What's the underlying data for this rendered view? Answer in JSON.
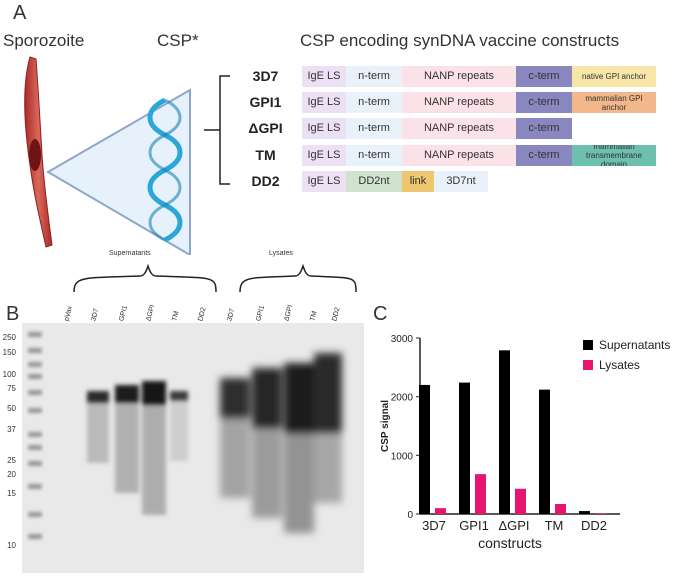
{
  "panelA": {
    "letter": "A",
    "sporozoite_label": "Sporozoite",
    "csp_label": "CSP*",
    "title": "CSP encoding synDNA vaccine constructs",
    "constructs": [
      {
        "name": "3D7",
        "segments": [
          {
            "text": "IgE LS",
            "color": "#ece0f5",
            "w": 44
          },
          {
            "text": "n-term",
            "color": "#e9f2fb",
            "w": 56
          },
          {
            "text": "NANP repeats",
            "color": "#fbe1e8",
            "w": 114
          },
          {
            "text": "c-term",
            "color": "#8a86bf",
            "w": 56
          },
          {
            "text": "native GPI anchor",
            "color": "#f7e6a8",
            "w": 84,
            "small": true
          }
        ]
      },
      {
        "name": "GPI1",
        "segments": [
          {
            "text": "IgE LS",
            "color": "#ece0f5",
            "w": 44
          },
          {
            "text": "n-term",
            "color": "#e9f2fb",
            "w": 56
          },
          {
            "text": "NANP repeats",
            "color": "#fbe1e8",
            "w": 114
          },
          {
            "text": "c-term",
            "color": "#8a86bf",
            "w": 56
          },
          {
            "text": "mammalian GPI anchor",
            "color": "#f2b88c",
            "w": 84,
            "small": true
          }
        ]
      },
      {
        "name": "ΔGPI",
        "segments": [
          {
            "text": "IgE LS",
            "color": "#ece0f5",
            "w": 44
          },
          {
            "text": "n-term",
            "color": "#e9f2fb",
            "w": 56
          },
          {
            "text": "NANP repeats",
            "color": "#fbe1e8",
            "w": 114
          },
          {
            "text": "c-term",
            "color": "#8a86bf",
            "w": 56
          }
        ]
      },
      {
        "name": "TM",
        "segments": [
          {
            "text": "IgE LS",
            "color": "#ece0f5",
            "w": 44
          },
          {
            "text": "n-term",
            "color": "#e9f2fb",
            "w": 56
          },
          {
            "text": "NANP repeats",
            "color": "#fbe1e8",
            "w": 114
          },
          {
            "text": "c-term",
            "color": "#8a86bf",
            "w": 56
          },
          {
            "text": "mammalian transmembrane domain",
            "color": "#6dbfaf",
            "w": 84,
            "small": true
          }
        ]
      },
      {
        "name": "DD2",
        "segments": [
          {
            "text": "IgE LS",
            "color": "#ece0f5",
            "w": 44
          },
          {
            "text": "DD2nt",
            "color": "#cfe3cf",
            "w": 56
          },
          {
            "text": "link",
            "color": "#efc670",
            "w": 32
          },
          {
            "text": "3D7nt",
            "color": "#e9f2fb",
            "w": 54
          }
        ]
      }
    ]
  },
  "panelB": {
    "letter": "B",
    "group_supernatants": "Supernatants",
    "group_lysates": "Lysates",
    "lanes": [
      "pVax",
      "3D7",
      "GPI1",
      "ΔGPI",
      "TM",
      "DD2",
      "3D7",
      "GPI1",
      "ΔGPI",
      "TM",
      "DD2"
    ],
    "mw_markers": [
      "250",
      "150",
      "100",
      "75",
      "50",
      "37",
      "25",
      "20",
      "15",
      "10"
    ]
  },
  "panelC": {
    "letter": "C",
    "chart_data": {
      "type": "bar",
      "categories": [
        "3D7",
        "GPI1",
        "ΔGPI",
        "TM",
        "DD2"
      ],
      "series": [
        {
          "name": "Supernatants",
          "values": [
            2200,
            2240,
            2790,
            2120,
            50
          ],
          "color": "#000000"
        },
        {
          "name": "Lysates",
          "values": [
            100,
            680,
            430,
            170,
            10
          ],
          "color": "#e6166e"
        }
      ],
      "xlabel": "constructs",
      "ylabel": "CSP signal",
      "ylim": [
        0,
        3000
      ],
      "yticks": [
        0,
        1000,
        2000,
        3000
      ],
      "legend": "top-right"
    }
  }
}
